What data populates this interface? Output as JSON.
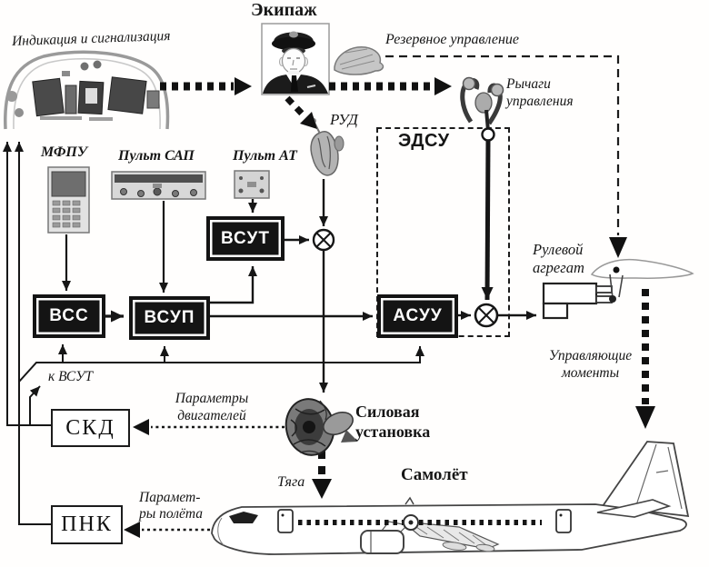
{
  "labels": {
    "crew": "Экипаж",
    "indication": "Индикация и сигнализация",
    "backup_control": "Резервное управление",
    "control_levers": "Рычаги\nуправления",
    "throttle": "РУД",
    "fbw": "ЭДСУ",
    "mfpu": "МФПУ",
    "sap_panel": "Пульт САП",
    "at_panel": "Пульт АТ",
    "vsut": "ВСУТ",
    "vss": "ВСС",
    "vsup": "ВСУП",
    "asuu": "АСУУ",
    "steering_unit": "Рулевой\nагрегат",
    "control_moments": "Управляющие\nмоменты",
    "to_vsut": "к ВСУТ",
    "skd": "СКД",
    "engine_parameters": "Параметры\nдвигателей",
    "power_plant": "Силовая\nустановка",
    "thrust": "Тяга",
    "pnk": "ПНК",
    "flight_parameters": "Парамет-\nры полёта",
    "aircraft": "Самолёт"
  },
  "images": {
    "cockpit_panel": "instrument-panel-sketch",
    "pilot": "pilot-portrait-sketch",
    "hand": "hand-sketch",
    "control_yoke": "control-yoke-sketch",
    "throttle_lever": "throttle-lever-sketch",
    "mfpu_device": "mfpu-device-sketch",
    "sap_device": "sap-panel-sketch",
    "at_device": "at-panel-sketch",
    "engine": "turbofan-engine-sketch",
    "steering_actuator": "actuator-and-airfoil-sketch",
    "airliner": "airliner-side-view-sketch"
  },
  "colors": {
    "ink": "#161616",
    "box_fill": "#141414",
    "box_text": "#ffffff",
    "paper": "#ffffff",
    "sketch_gray": "#8a8a8a"
  }
}
